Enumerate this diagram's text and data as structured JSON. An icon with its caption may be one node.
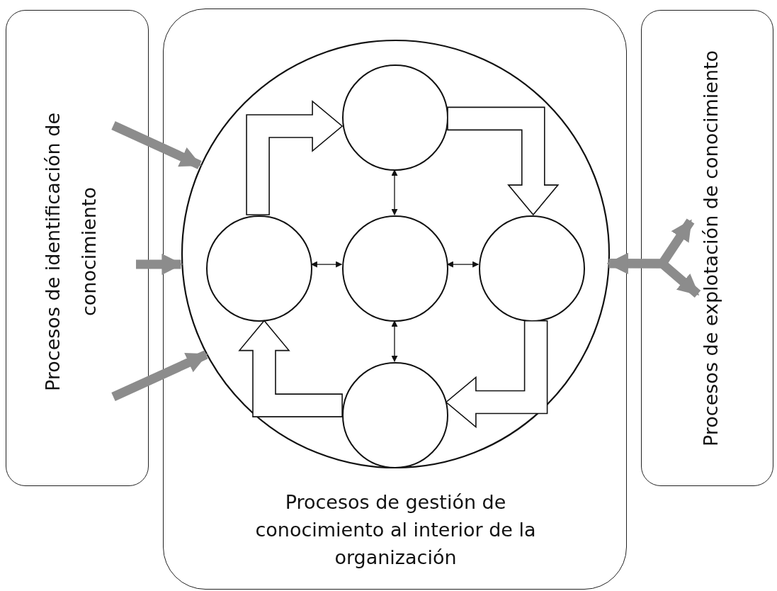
{
  "diagram": {
    "nodes": [
      {
        "text": [
          "Procesos de identificación de conocimiento"
        ]
      },
      {
        "text": [
          "Procesos de gestión de conocimiento al interior de la organización"
        ]
      },
      {
        "text": [],
        "shape": "circle",
        "in": 1
      },
      {
        "text": [],
        "shape": "circle",
        "in": 2
      },
      {
        "text": [],
        "shape": "circle",
        "in": 2
      },
      {
        "text": [],
        "shape": "circle",
        "in": 2
      },
      {
        "text": [],
        "shape": "circle",
        "in": 2
      },
      {
        "text": [],
        "shape": "circle",
        "in": 2
      },
      {
        "text": [
          "Procesos de explotación  de conocimiento"
        ]
      }
    ],
    "edges": [
      {
        "from": 0,
        "to": 2,
        "arrow": "to",
        "color": "#8c8c8c"
      },
      {
        "from": 0,
        "to": 2,
        "arrow": "to",
        "color": "#8c8c8c"
      },
      {
        "from": 0,
        "to": 2,
        "arrow": "to",
        "color": "#8c8c8c"
      },
      {
        "from": 8,
        "to": 2,
        "arrow": "both",
        "color": "#8c8c8c"
      },
      {
        "from": 8,
        "to": 2,
        "arrow": "both",
        "color": "#8c8c8c"
      },
      {
        "from": 4,
        "to": 3,
        "arrow": "to",
        "style": "thick"
      },
      {
        "from": 3,
        "to": 6,
        "arrow": "to",
        "style": "thick"
      },
      {
        "from": 6,
        "to": 7,
        "arrow": "to",
        "style": "thick"
      },
      {
        "from": 7,
        "to": 4,
        "arrow": "to",
        "style": "thick"
      },
      {
        "from": 3,
        "to": 5,
        "arrow": "both",
        "color": "#111111"
      },
      {
        "from": 4,
        "to": 5,
        "arrow": "both",
        "color": "#111111"
      },
      {
        "from": 5,
        "to": 6,
        "arrow": "both",
        "color": "#111111"
      },
      {
        "from": 5,
        "to": 7,
        "arrow": "both",
        "color": "#111111"
      }
    ]
  }
}
